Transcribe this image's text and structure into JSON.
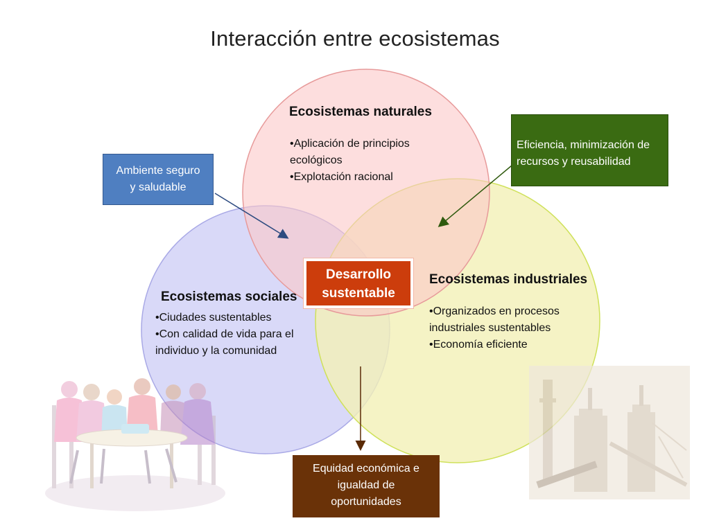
{
  "title": "Interacción entre ecosistemas",
  "circles": {
    "naturales": {
      "heading": "Ecosistemas naturales",
      "bullets": [
        "•Aplicación de principios",
        "ecológicos",
        "•Explotación racional"
      ],
      "fill": "#fcc8c8",
      "stroke": "#e79a9a"
    },
    "sociales": {
      "heading": "Ecosistemas sociales",
      "bullets": [
        "•Ciudades sustentables",
        "•Con calidad de vida para el",
        "individuo y la comunidad"
      ],
      "fill": "#d2d2f7",
      "stroke": "#a9a9e6"
    },
    "industriales": {
      "heading": "Ecosistemas industriales",
      "bullets": [
        "•Organizados en procesos",
        "industriales sustentables",
        "•Economía eficiente"
      ],
      "fill": "#f3f0b7",
      "stroke": "#cfe15a"
    }
  },
  "center": {
    "line1": "Desarrollo",
    "line2": "sustentable",
    "color": "#cc3d0c"
  },
  "callouts": {
    "ambiente": {
      "line1": "Ambiente seguro",
      "line2": "y saludable",
      "color": "#4f7fc1"
    },
    "eficiencia": {
      "line1": "Eficiencia, minimización de",
      "line2": "recursos y reusabilidad",
      "color": "#3a6b12"
    },
    "equidad": {
      "line1": "Equidad económica e",
      "line2": "igualdad de",
      "line3": "oportunidades",
      "color": "#6a3208"
    }
  },
  "icons": {
    "people": "people-at-table-icon",
    "factory": "factory-icon"
  }
}
